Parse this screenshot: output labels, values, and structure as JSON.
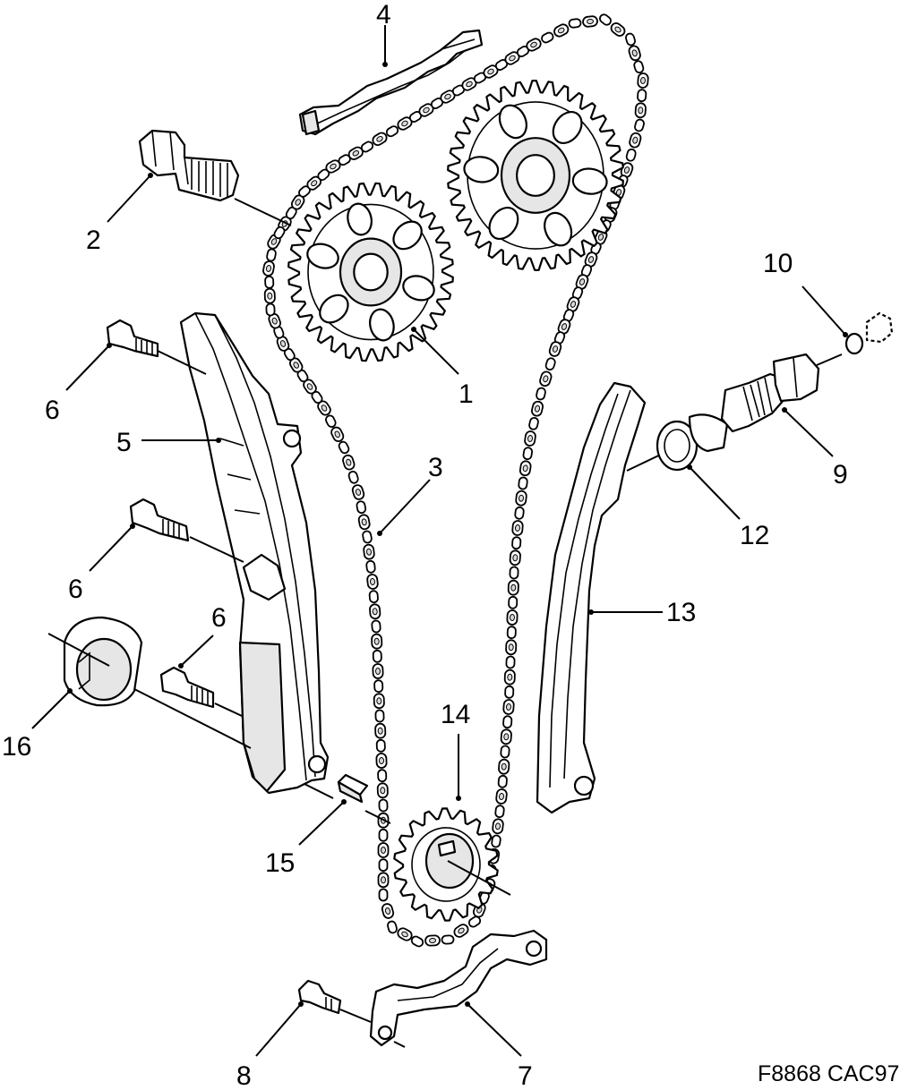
{
  "callouts": {
    "c1": "1",
    "c2": "2",
    "c3": "3",
    "c4": "4",
    "c5": "5",
    "c6a": "6",
    "c6b": "6",
    "c6c": "6",
    "c7": "7",
    "c8": "8",
    "c9": "9",
    "c10": "10",
    "c12": "12",
    "c13": "13",
    "c14": "14",
    "c15": "15",
    "c16": "16"
  },
  "reference_code": "F8868 CAC97"
}
